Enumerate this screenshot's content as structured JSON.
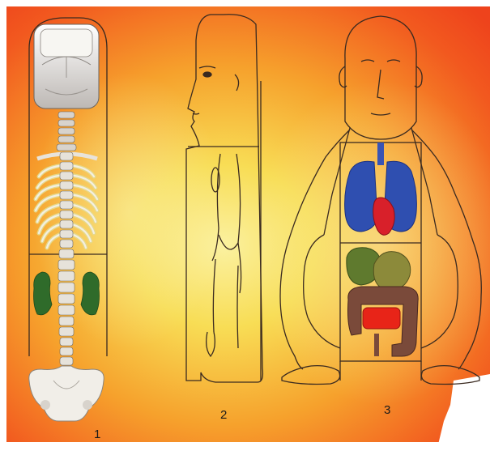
{
  "figure": {
    "panel_labels": [
      "1",
      "2",
      "3"
    ],
    "colors": {
      "background_edge": "#f0461e",
      "background_glow": "#f7e84a",
      "outline": "#3a2a20",
      "lungs": "#2f4fb0",
      "heart": "#d8202a",
      "liver": "#5f7a2e",
      "intestine": "#7a4a3a",
      "kidney": "#2f6b2a",
      "bone": "#f2efe6"
    }
  }
}
